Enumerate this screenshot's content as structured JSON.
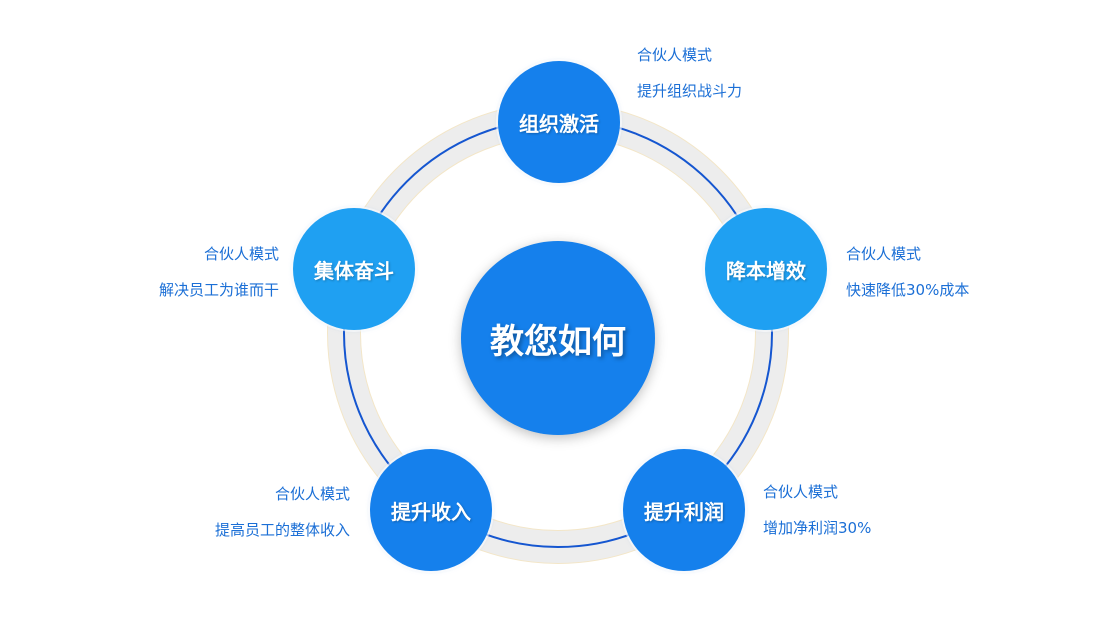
{
  "center": {
    "title": "教您如何"
  },
  "colors": {
    "dark_blue": "#1580EC",
    "light_blue": "#1FA0F2",
    "text_blue": "#1B6FD6",
    "ring_gray": "#EDEDED",
    "ring_line": "#1556D0"
  },
  "nodes": [
    {
      "id": "top",
      "title": "组织激活",
      "line1": "合伙人模式",
      "line2": "提升组织战斗力"
    },
    {
      "id": "right",
      "title": "降本增效",
      "line1": "合伙人模式",
      "line2": "快速降低30%成本"
    },
    {
      "id": "bottom-right",
      "title": "提升利润",
      "line1": "合伙人模式",
      "line2": "增加净利润30%"
    },
    {
      "id": "bottom-left",
      "title": "提升收入",
      "line1": "合伙人模式",
      "line2": "提高员工的整体收入"
    },
    {
      "id": "left",
      "title": "集体奋斗",
      "line1": "合伙人模式",
      "line2": "解决员工为谁而干"
    }
  ]
}
